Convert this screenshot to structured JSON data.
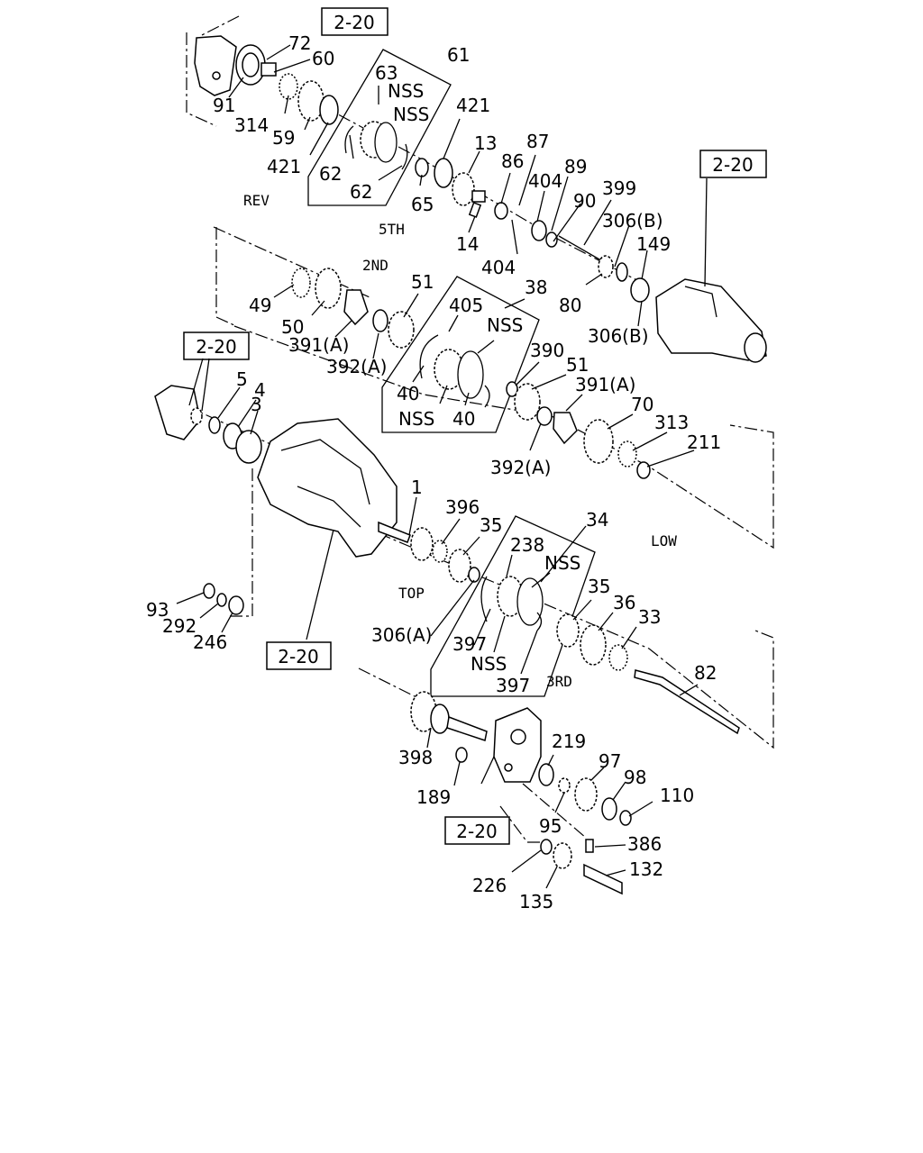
{
  "ref_box_label": "2-20",
  "part_labels": [
    {
      "id": "p72",
      "text": "72"
    },
    {
      "id": "p60",
      "text": "60"
    },
    {
      "id": "p91",
      "text": "91"
    },
    {
      "id": "p314",
      "text": "314"
    },
    {
      "id": "p59",
      "text": "59"
    },
    {
      "id": "p421a",
      "text": "421"
    },
    {
      "id": "p61",
      "text": "61"
    },
    {
      "id": "p63",
      "text": "63"
    },
    {
      "id": "nss1",
      "text": "NSS"
    },
    {
      "id": "nss2",
      "text": "NSS"
    },
    {
      "id": "p62a",
      "text": "62"
    },
    {
      "id": "p62b",
      "text": "62"
    },
    {
      "id": "p421b",
      "text": "421"
    },
    {
      "id": "p13",
      "text": "13"
    },
    {
      "id": "p87",
      "text": "87"
    },
    {
      "id": "p86",
      "text": "86"
    },
    {
      "id": "p65",
      "text": "65"
    },
    {
      "id": "p14",
      "text": "14"
    },
    {
      "id": "p404a",
      "text": "404"
    },
    {
      "id": "p89",
      "text": "89"
    },
    {
      "id": "p90",
      "text": "90"
    },
    {
      "id": "p399",
      "text": "399"
    },
    {
      "id": "p404b",
      "text": "404"
    },
    {
      "id": "p306b1",
      "text": "306(B)"
    },
    {
      "id": "p149",
      "text": "149"
    },
    {
      "id": "p80",
      "text": "80"
    },
    {
      "id": "p306b2",
      "text": "306(B)"
    },
    {
      "id": "p49",
      "text": "49"
    },
    {
      "id": "p50",
      "text": "50"
    },
    {
      "id": "p51a",
      "text": "51"
    },
    {
      "id": "p38",
      "text": "38"
    },
    {
      "id": "p405",
      "text": "405"
    },
    {
      "id": "nss3",
      "text": "NSS"
    },
    {
      "id": "p391a1",
      "text": "391(A)"
    },
    {
      "id": "p392a1",
      "text": "392(A)"
    },
    {
      "id": "p40a",
      "text": "40"
    },
    {
      "id": "nss4",
      "text": "NSS"
    },
    {
      "id": "p40b",
      "text": "40"
    },
    {
      "id": "p390",
      "text": "390"
    },
    {
      "id": "p51b",
      "text": "51"
    },
    {
      "id": "p391a2",
      "text": "391(A)"
    },
    {
      "id": "p5",
      "text": "5"
    },
    {
      "id": "p4",
      "text": "4"
    },
    {
      "id": "p3",
      "text": "3"
    },
    {
      "id": "p70",
      "text": "70"
    },
    {
      "id": "p313",
      "text": "313"
    },
    {
      "id": "p211",
      "text": "211"
    },
    {
      "id": "p392a2",
      "text": "392(A)"
    },
    {
      "id": "p1",
      "text": "1"
    },
    {
      "id": "p396",
      "text": "396"
    },
    {
      "id": "p35a",
      "text": "35"
    },
    {
      "id": "p34",
      "text": "34"
    },
    {
      "id": "p238",
      "text": "238"
    },
    {
      "id": "nss5",
      "text": "NSS"
    },
    {
      "id": "p35b",
      "text": "35"
    },
    {
      "id": "p36",
      "text": "36"
    },
    {
      "id": "p33",
      "text": "33"
    },
    {
      "id": "p93",
      "text": "93"
    },
    {
      "id": "p292",
      "text": "292"
    },
    {
      "id": "p246",
      "text": "246"
    },
    {
      "id": "p306a",
      "text": "306(A)"
    },
    {
      "id": "p397a",
      "text": "397"
    },
    {
      "id": "nss6",
      "text": "NSS"
    },
    {
      "id": "p397b",
      "text": "397"
    },
    {
      "id": "p82",
      "text": "82"
    },
    {
      "id": "p398",
      "text": "398"
    },
    {
      "id": "p219",
      "text": "219"
    },
    {
      "id": "p97",
      "text": "97"
    },
    {
      "id": "p98",
      "text": "98"
    },
    {
      "id": "p189",
      "text": "189"
    },
    {
      "id": "p110",
      "text": "110"
    },
    {
      "id": "p95",
      "text": "95"
    },
    {
      "id": "p386",
      "text": "386"
    },
    {
      "id": "p132",
      "text": "132"
    },
    {
      "id": "p226",
      "text": "226"
    },
    {
      "id": "p135",
      "text": "135"
    }
  ],
  "gear_labels": {
    "rev": "REV",
    "fifth": "5TH",
    "second": "2ND",
    "low": "LOW",
    "top": "TOP",
    "third": "3RD"
  }
}
